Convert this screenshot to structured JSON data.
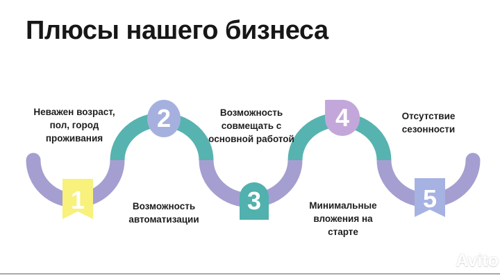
{
  "title": "Плюсы нашего бизнеса",
  "steps": [
    {
      "number": "1",
      "lines": [
        "Неважен возраст,",
        "пол, город",
        "проживания"
      ],
      "marker_color": "#f8f17b",
      "marker_shape": "ribbon"
    },
    {
      "number": "2",
      "lines": [
        "Возможность",
        "автоматизации"
      ],
      "marker_color": "#a6b0df",
      "marker_shape": "circle"
    },
    {
      "number": "3",
      "lines": [
        "Возможность",
        "совмещать с",
        "основной работой"
      ],
      "marker_color": "#50b1ae",
      "marker_shape": "arch"
    },
    {
      "number": "4",
      "lines": [
        "Минимальные",
        "вложения на",
        "старте"
      ],
      "marker_color": "#c3a7da",
      "marker_shape": "droplet"
    },
    {
      "number": "5",
      "lines": [
        "Отсутствие",
        "сезонности"
      ],
      "marker_color": "#a6b2e2",
      "marker_shape": "ribbon"
    }
  ],
  "wave": {
    "teal_color": "#57b3b0",
    "purple_color": "#a49fd0"
  },
  "footer": {
    "brand": "Avito",
    "divider_color": "#a8a8ac",
    "watermark_color": "#ffffff"
  },
  "text_color": "#1d1d1d",
  "background_color": "#ffffff"
}
